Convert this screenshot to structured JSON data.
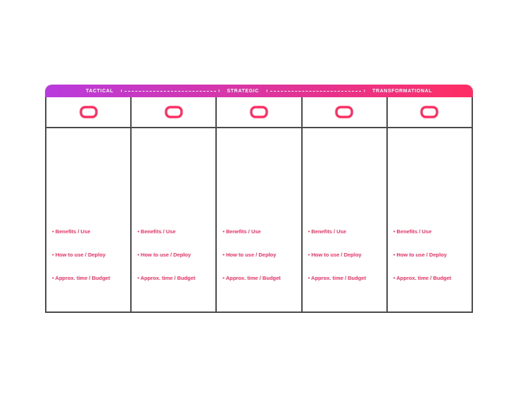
{
  "colors": {
    "accent": "#FF2E63",
    "gradient_from": "#B83BDD",
    "gradient_to": "#FF2E63",
    "table_line": "#4a4a4a"
  },
  "axis": {
    "labels": [
      "TACTICAL",
      "STRATEGIC",
      "TRANSFORMATIONAL"
    ]
  },
  "columns": [
    {
      "icon": "image-placeholder",
      "bullets": [
        "• Benefits / Use",
        "• How to use / Deploy",
        "• Approx. time / Budget"
      ]
    },
    {
      "icon": "image-placeholder",
      "bullets": [
        "• Benefits / Use",
        "• How to use / Deploy",
        "• Approx. time / Budget"
      ]
    },
    {
      "icon": "image-placeholder",
      "bullets": [
        "• Benefits / Use",
        "• How to use / Deploy",
        "• Approx. time / Budget"
      ]
    },
    {
      "icon": "image-placeholder",
      "bullets": [
        "• Benefits / Use",
        "• How to use / Deploy",
        "• Approx. time / Budget"
      ]
    },
    {
      "icon": "image-placeholder",
      "bullets": [
        "• Benefits / Use",
        "• How to use / Deploy",
        "• Approx. time / Budget"
      ]
    }
  ]
}
